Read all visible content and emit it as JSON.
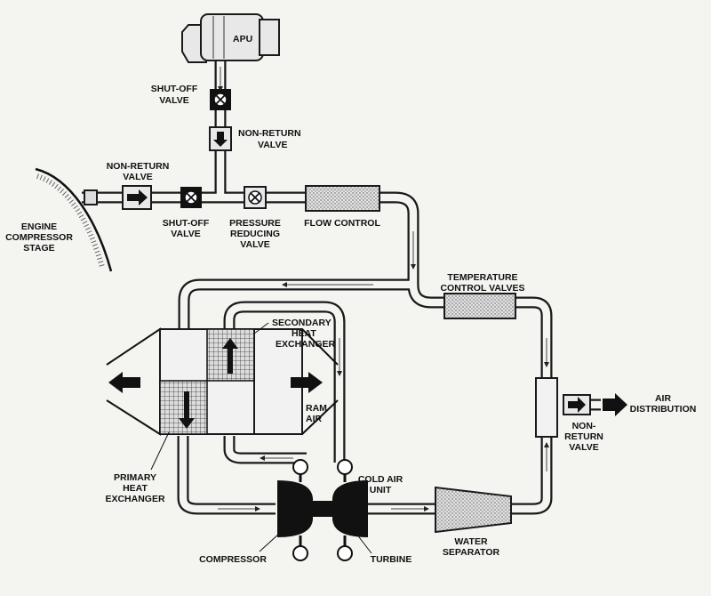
{
  "labels": {
    "apu": "APU",
    "shutoff_valve_apu": [
      "SHUT-OFF",
      "VALVE"
    ],
    "nonreturn_valve_apu": [
      "NON-RETURN",
      "VALVE"
    ],
    "nonreturn_valve_engine": [
      "NON-RETURN",
      "VALVE"
    ],
    "engine_compressor_stage": [
      "ENGINE",
      "COMPRESSOR",
      "STAGE"
    ],
    "shutoff_valve_engine": [
      "SHUT-OFF",
      "VALVE"
    ],
    "pressure_reducing_valve": [
      "PRESSURE",
      "REDUCING",
      "VALVE"
    ],
    "flow_control": "FLOW CONTROL",
    "temperature_control_valves": [
      "TEMPERATURE",
      "CONTROL VALVES"
    ],
    "secondary_heat_exchanger": [
      "SECONDARY",
      "HEAT",
      "EXCHANGER"
    ],
    "ram_air": [
      "RAM",
      "AIR"
    ],
    "air_distribution": [
      "AIR",
      "DISTRIBUTION"
    ],
    "nonreturn_valve_outlet": [
      "NON-",
      "RETURN",
      "VALVE"
    ],
    "primary_heat_exchanger": [
      "PRIMARY",
      "HEAT",
      "EXCHANGER"
    ],
    "cold_air_unit": [
      "COLD AIR",
      "UNIT"
    ],
    "water_separator": [
      "WATER",
      "SEPARATOR"
    ],
    "compressor": "COMPRESSOR",
    "turbine": "TURBINE"
  },
  "colors": {
    "background": "#f4f4f1",
    "ink": "#1a1a1a",
    "component_fill": "#cfcfcf"
  }
}
